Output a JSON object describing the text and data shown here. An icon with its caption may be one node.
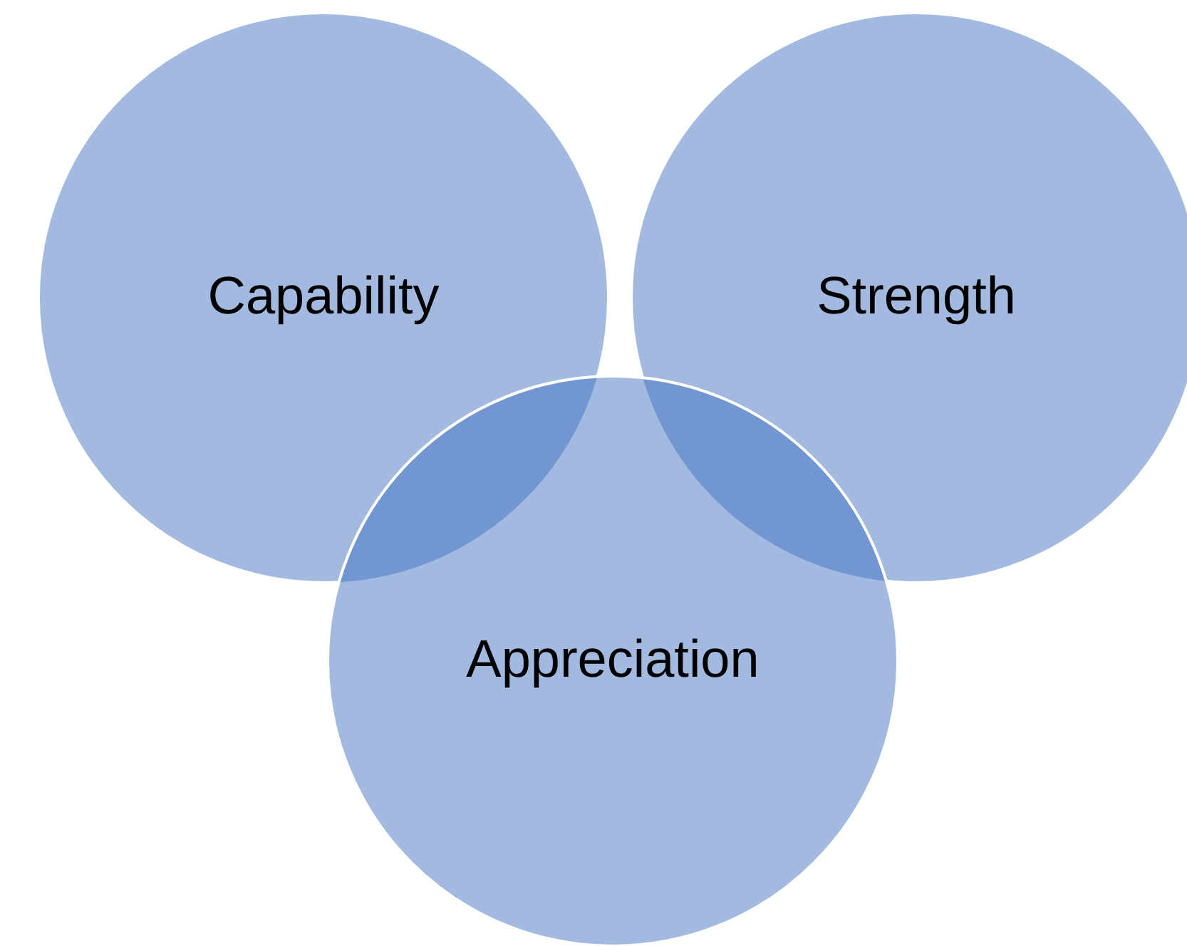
{
  "diagram": {
    "nodes": [
      {
        "text": [
          "Capability"
        ]
      },
      {
        "text": [
          "Strength"
        ]
      },
      {
        "text": [
          "Appreciation"
        ]
      }
    ],
    "edges": []
  }
}
